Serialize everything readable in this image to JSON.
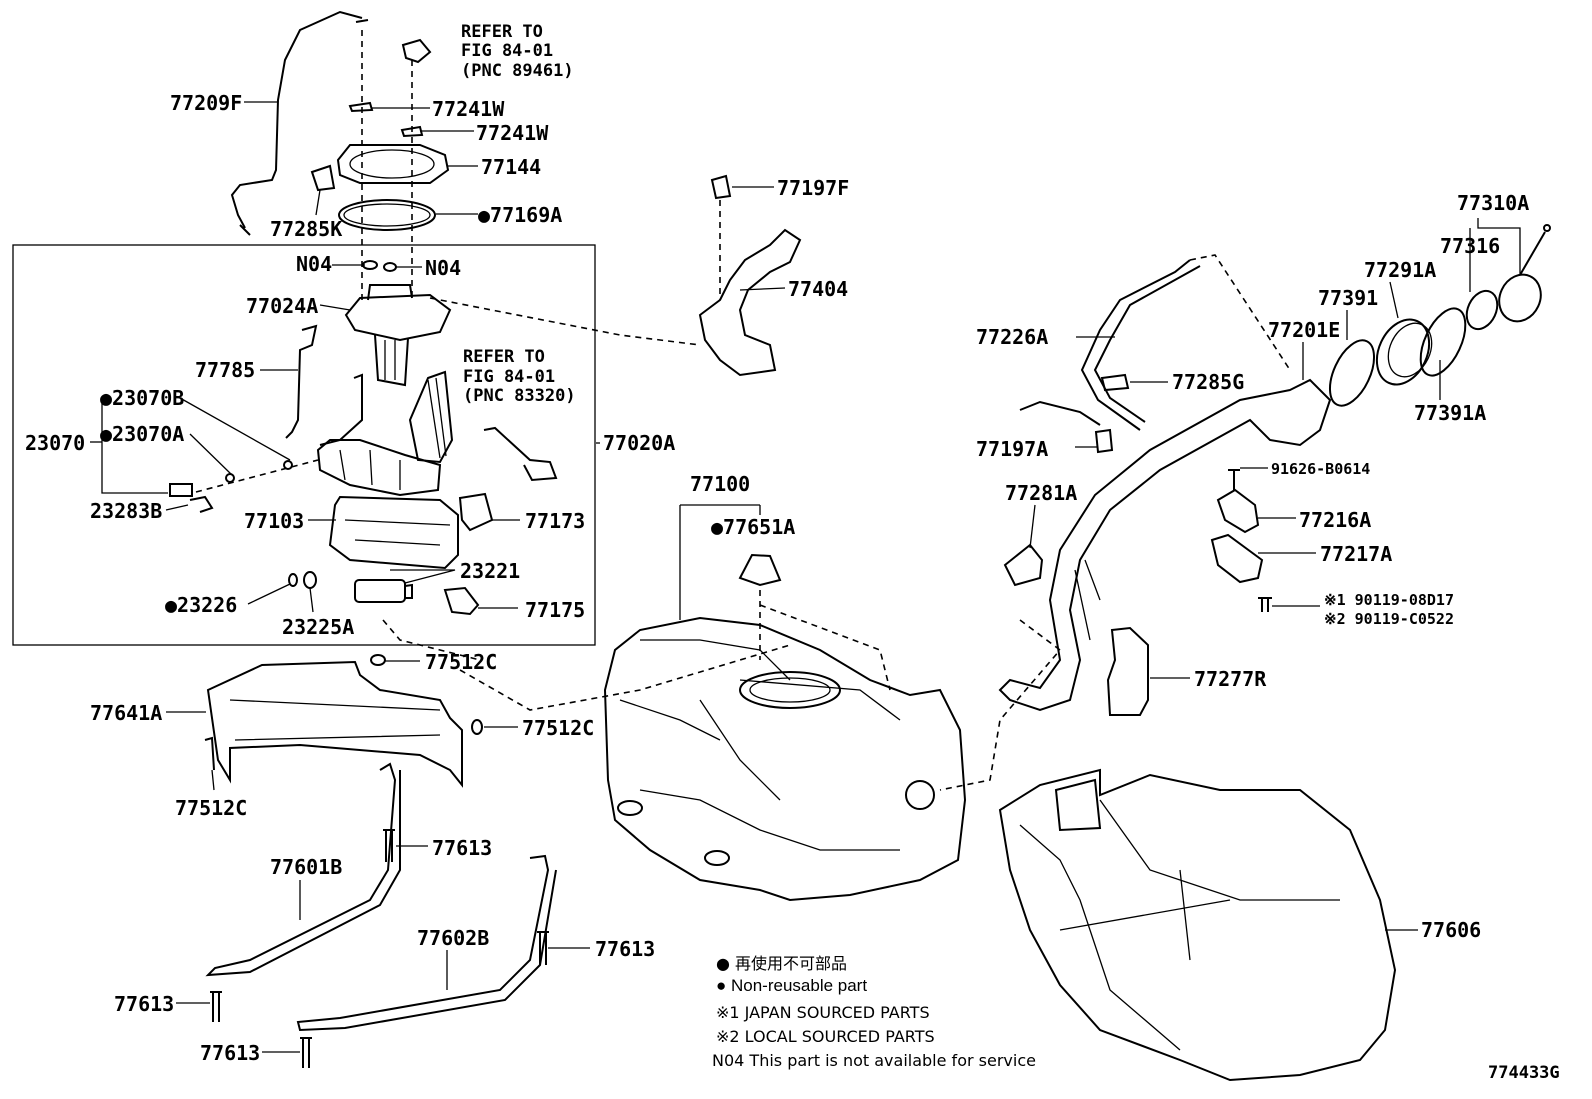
{
  "refs": {
    "ref1": [
      "REFER TO",
      "FIG 84-01",
      "(PNC 89461)"
    ],
    "ref2": [
      "REFER TO",
      "FIG 84-01",
      "(PNC 83320)"
    ]
  },
  "labels": {
    "p77209F": "77209F",
    "p77241W_a": "77241W",
    "p77241W_b": "77241W",
    "p77144": "77144",
    "p77169A": "●77169A",
    "p77285K": "77285K",
    "p77197F": "77197F",
    "p77404": "77404",
    "pN04_a": "N04",
    "pN04_b": "N04",
    "p77024A": "77024A",
    "p77785": "77785",
    "p23070B": "●23070B",
    "p23070": "23070",
    "p23070A": "●23070A",
    "p77020A": "77020A",
    "p23283B": "23283B",
    "p77103": "77103",
    "p77173": "77173",
    "p23221": "23221",
    "p23226": "●23226",
    "p23225A": "23225A",
    "p77175": "77175",
    "p77512C_a": "77512C",
    "p77512C_b": "77512C",
    "p77512C_c": "77512C",
    "p77641A": "77641A",
    "p77613_a": "77613",
    "p77613_b": "77613",
    "p77613_c": "77613",
    "p77613_d": "77613",
    "p77601B": "77601B",
    "p77602B": "77602B",
    "p77100": "77100",
    "p77651A": "●77651A",
    "p77226A": "77226A",
    "p77285G": "77285G",
    "p77197A": "77197A",
    "p77281A": "77281A",
    "p77277R": "77277R",
    "p77606": "77606",
    "p77201E": "77201E",
    "p77391": "77391",
    "p77291A": "77291A",
    "p77310A": "77310A",
    "p77316": "77316",
    "p77391A": "77391A",
    "p91626": "91626-B0614",
    "p77216A": "77216A",
    "p77217A": "77217A",
    "p190119": "※1 90119-08D17",
    "p290119": "※2 90119-C0522"
  },
  "legend": {
    "line1": "● 再使用不可部品",
    "line2": "● Non-reusable part",
    "line3": "※1 JAPAN SOURCED PARTS",
    "line4": "※2 LOCAL SOURCED PARTS",
    "line5": "N04 This part is not available for service"
  },
  "figure_id": "774433G"
}
